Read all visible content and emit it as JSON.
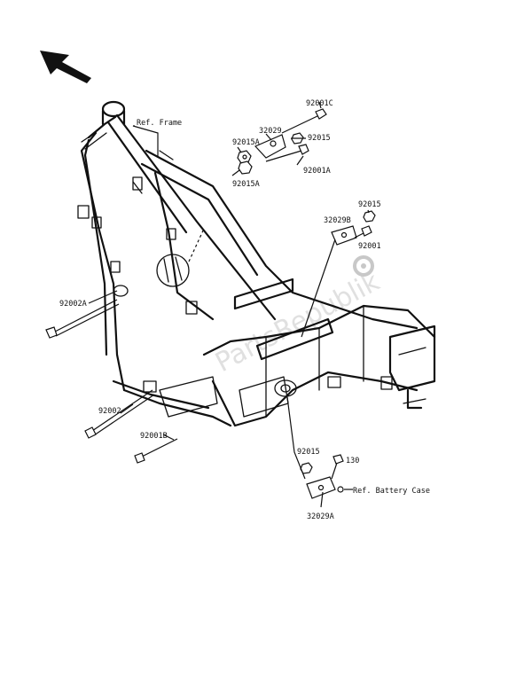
{
  "diagram": {
    "watermark": "PartsRepublik",
    "direction_arrow": "front-direction-arrow",
    "labels": {
      "ref_frame": "Ref. Frame",
      "p_92001C": "92001C",
      "p_32029": "32029",
      "p_92015A_top": "92015A",
      "p_92015_top": "92015",
      "p_92015A_bottom": "92015A",
      "p_92001A": "92001A",
      "p_92015_right": "92015",
      "p_32029B": "32029B",
      "p_92001": "92001",
      "p_92002A": "92002A",
      "p_92002": "92002",
      "p_92001B": "92001B",
      "p_92015_lower": "92015",
      "p_130": "130",
      "ref_battery_case": "Ref. Battery Case",
      "p_32029A": "32029A"
    }
  }
}
